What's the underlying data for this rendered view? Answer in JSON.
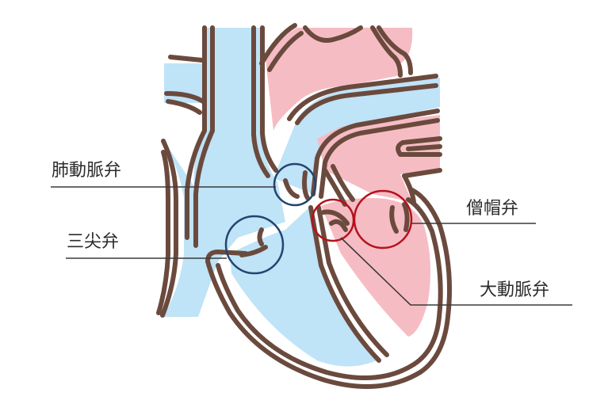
{
  "labels": {
    "pulmonary_valve": "肺動脈弁",
    "tricuspid_valve": "三尖弁",
    "mitral_valve": "僧帽弁",
    "aortic_valve": "大動脈弁"
  },
  "colors": {
    "outline": "#6b4a3e",
    "right_heart": "#bfe3f7",
    "left_heart": "#f6bcc4",
    "right_valve_circle": "#23456e",
    "left_valve_circle": "#b5121b",
    "leader_line": "#3a3a3a"
  }
}
